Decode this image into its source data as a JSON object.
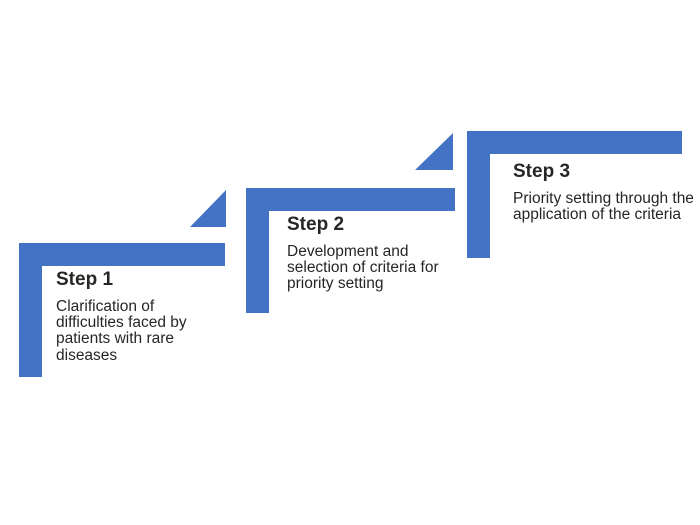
{
  "colors": {
    "accent": "#4472C4",
    "text": "#262626",
    "background": "#FFFFFF"
  },
  "diagram": {
    "type": "step-up-process",
    "steps": [
      {
        "title": "Step 1",
        "description": "Clarification of difficulties faced by patients with rare diseases"
      },
      {
        "title": "Step 2",
        "description": "Development and selection of criteria for priority setting"
      },
      {
        "title": "Step 3",
        "description": "Priority setting through the application of the criteria"
      }
    ]
  }
}
